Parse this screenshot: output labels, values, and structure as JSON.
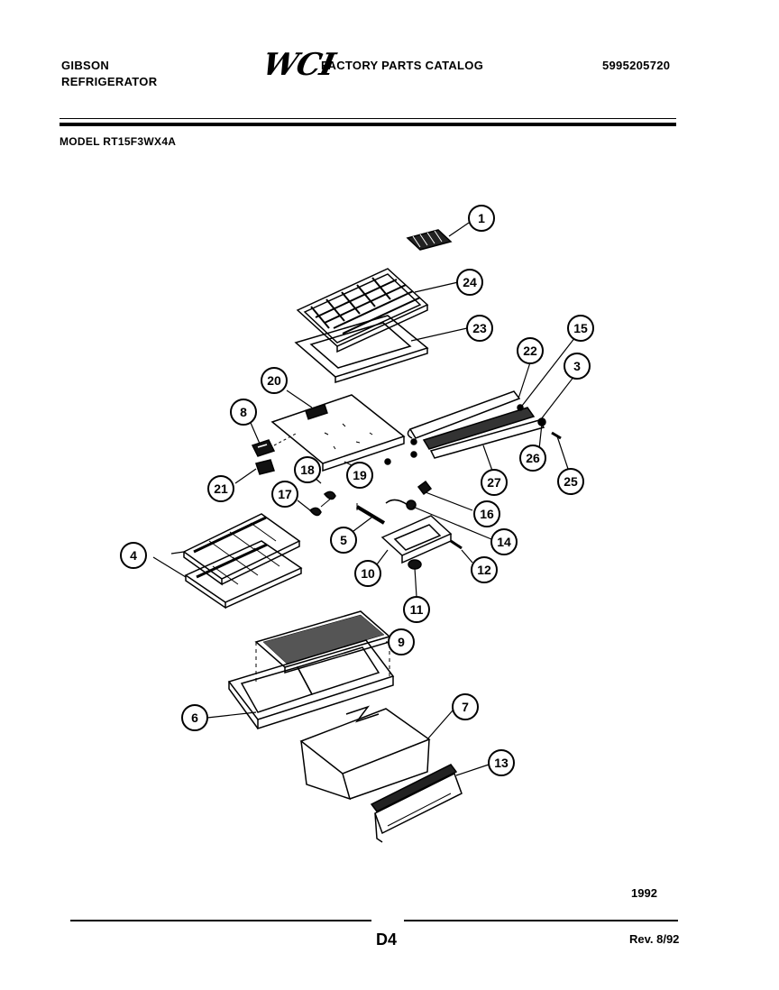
{
  "header": {
    "brand_line1": "GIBSON",
    "brand_line2": "REFRIGERATOR",
    "logo_text": "WCI",
    "catalog_title": "FACTORY PARTS CATALOG",
    "catalog_number": "5995205720",
    "model_label": "MODEL RT15F3WX4A"
  },
  "diagram": {
    "callouts": [
      "1",
      "24",
      "23",
      "22",
      "15",
      "3",
      "20",
      "8",
      "19",
      "18",
      "17",
      "21",
      "26",
      "25",
      "27",
      "16",
      "5",
      "14",
      "4",
      "10",
      "12",
      "11",
      "9",
      "6",
      "7",
      "13"
    ]
  },
  "footer": {
    "year": "1992",
    "page_code": "D4",
    "revision": "Rev. 8/92"
  }
}
